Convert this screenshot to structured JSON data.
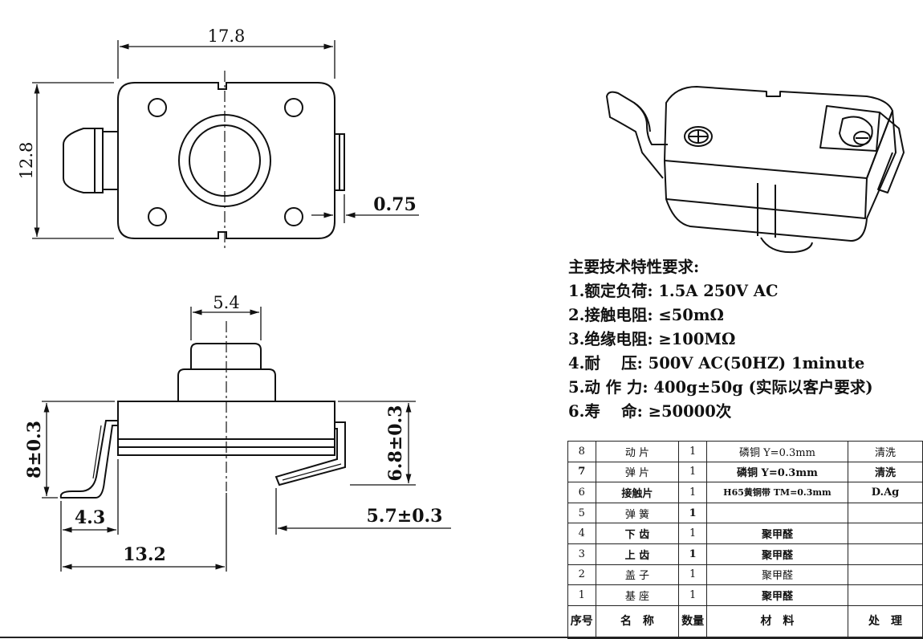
{
  "dimensions": {
    "top_width": "17.8",
    "top_height": "12.8",
    "tab_thickness": "0.75",
    "actuator_width": "5.4",
    "overall_height": "8±0.3",
    "body_height": "6.8±0.3",
    "left_offset": "4.3",
    "right_offset": "5.7±0.3",
    "overall_length": "13.2"
  },
  "specs": {
    "title": "主要技术特性要求:",
    "items": [
      "1.额定负荷: 1.5A 250V AC",
      "2.接触电阻: ≤50mΩ",
      "3.绝缘电阻: ≥100MΩ",
      "4.耐　 压: 500V AC(50HZ) 1minute",
      "5.动 作 力: 400g±50g (实际以客户要求)",
      "6.寿　 命: ≥50000次"
    ]
  },
  "bom": {
    "rows": [
      {
        "no": "8",
        "name": "动 片",
        "qty": "1",
        "material": "磷铜 Y=0.3mm",
        "treatment": "清洗"
      },
      {
        "no": "7",
        "name": "弹 片",
        "qty": "1",
        "material": "磷铜 Y=0.3mm",
        "treatment": "清洗"
      },
      {
        "no": "6",
        "name": "接触片",
        "qty": "1",
        "material": "H65黄铜带 TM=0.3mm",
        "treatment": "D.Ag"
      },
      {
        "no": "5",
        "name": "弹 簧",
        "qty": "1",
        "material": "",
        "treatment": ""
      },
      {
        "no": "4",
        "name": "下 齿",
        "qty": "1",
        "material": "聚甲醛",
        "treatment": ""
      },
      {
        "no": "3",
        "name": "上 齿",
        "qty": "1",
        "material": "聚甲醛",
        "treatment": ""
      },
      {
        "no": "2",
        "name": "盖 子",
        "qty": "1",
        "material": "聚甲醛",
        "treatment": ""
      },
      {
        "no": "1",
        "name": "基 座",
        "qty": "1",
        "material": "聚甲醛",
        "treatment": ""
      }
    ],
    "header": {
      "no": "序号",
      "name": "名　称",
      "qty": "数量",
      "material": "材　料",
      "treatment": "处　理"
    }
  }
}
